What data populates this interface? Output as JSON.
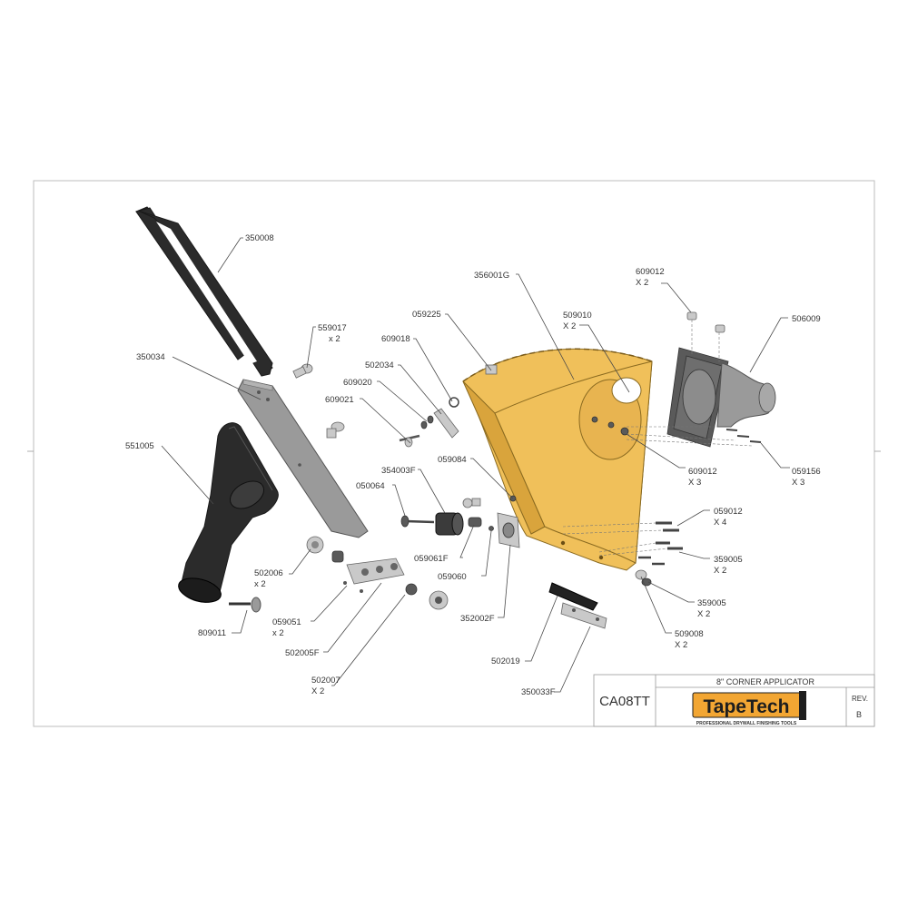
{
  "title_block": {
    "part_number": "CA08TT",
    "description": "8\" CORNER APPLICATOR",
    "brand": "TapeTech",
    "tagline": "PROFESSIONAL DRYWALL FINISHING TOOLS",
    "rev_label": "REV.",
    "rev_value": "B",
    "colors": {
      "brand_orange": "#f2a633",
      "brand_black": "#1e1e1e",
      "yellow_part": "#f0c05a"
    }
  },
  "callouts": [
    {
      "id": "c1",
      "lines": [
        "350008"
      ]
    },
    {
      "id": "c2",
      "lines": [
        "559017",
        "x 2"
      ]
    },
    {
      "id": "c3",
      "lines": [
        "350034"
      ]
    },
    {
      "id": "c4",
      "lines": [
        "551005"
      ]
    },
    {
      "id": "c5",
      "lines": [
        "609018"
      ]
    },
    {
      "id": "c6",
      "lines": [
        "502034"
      ]
    },
    {
      "id": "c7",
      "lines": [
        "609020"
      ]
    },
    {
      "id": "c8",
      "lines": [
        "609021"
      ]
    },
    {
      "id": "c9",
      "lines": [
        "059225"
      ]
    },
    {
      "id": "c10",
      "lines": [
        "356001G"
      ]
    },
    {
      "id": "c11",
      "lines": [
        "509010",
        "X 2"
      ]
    },
    {
      "id": "c12",
      "lines": [
        "609012",
        "X 2"
      ]
    },
    {
      "id": "c13",
      "lines": [
        "506009"
      ]
    },
    {
      "id": "c14",
      "lines": [
        "609012",
        "X 3"
      ]
    },
    {
      "id": "c15",
      "lines": [
        "059156",
        "X 3"
      ]
    },
    {
      "id": "c16",
      "lines": [
        "354003F"
      ]
    },
    {
      "id": "c17",
      "lines": [
        "059084"
      ]
    },
    {
      "id": "c18",
      "lines": [
        "050064"
      ]
    },
    {
      "id": "c19",
      "lines": [
        "059061F"
      ]
    },
    {
      "id": "c20",
      "lines": [
        "059060"
      ]
    },
    {
      "id": "c21",
      "lines": [
        "352002F"
      ]
    },
    {
      "id": "c22",
      "lines": [
        "059012",
        "X 4"
      ]
    },
    {
      "id": "c23",
      "lines": [
        "359005",
        "X 2"
      ]
    },
    {
      "id": "c24",
      "lines": [
        "359005",
        "X 2"
      ]
    },
    {
      "id": "c25",
      "lines": [
        "509008",
        "X 2"
      ]
    },
    {
      "id": "c26",
      "lines": [
        "502006",
        "x 2"
      ]
    },
    {
      "id": "c27",
      "lines": [
        "809011"
      ]
    },
    {
      "id": "c28",
      "lines": [
        "059051",
        "x 2"
      ]
    },
    {
      "id": "c29",
      "lines": [
        "502005F"
      ]
    },
    {
      "id": "c30",
      "lines": [
        "502007",
        "X 2"
      ]
    },
    {
      "id": "c31",
      "lines": [
        "502019"
      ]
    },
    {
      "id": "c32",
      "lines": [
        "350033F"
      ]
    }
  ]
}
